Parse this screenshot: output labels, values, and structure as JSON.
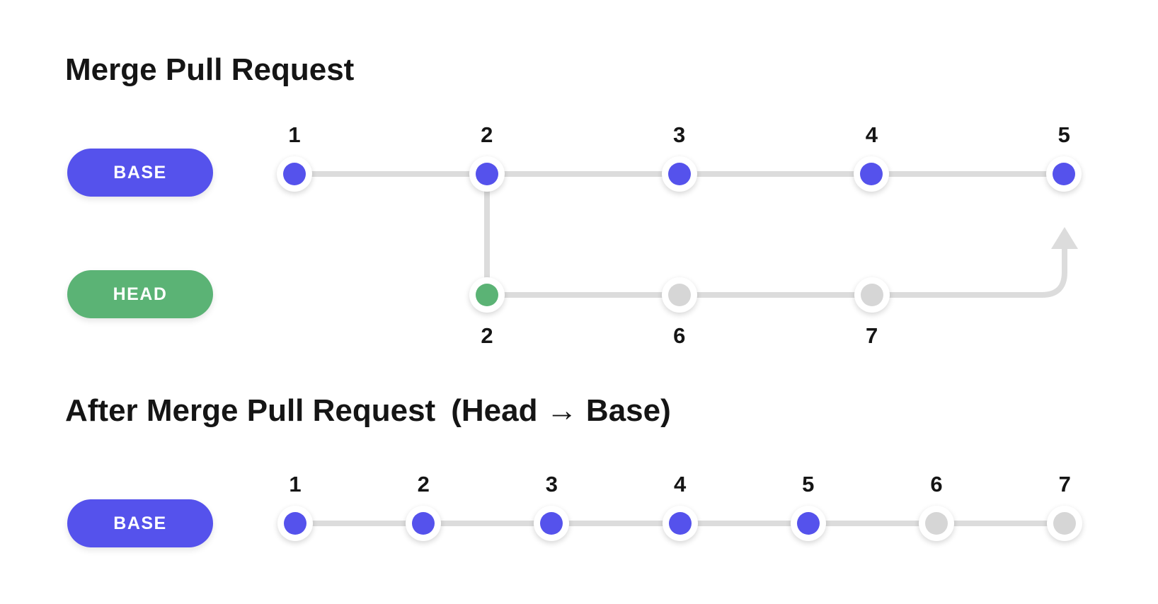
{
  "colors": {
    "base_accent": "#5552ec",
    "head_accent": "#5bb375",
    "inactive_commit": "#d6d6d6",
    "line": "#dcdcdc",
    "text": "#151515"
  },
  "before": {
    "title": "Merge Pull Request",
    "base_branch_label": "BASE",
    "head_branch_label": "HEAD",
    "base_commits": [
      {
        "label": "1",
        "state": "base"
      },
      {
        "label": "2",
        "state": "base"
      },
      {
        "label": "3",
        "state": "base"
      },
      {
        "label": "4",
        "state": "base"
      },
      {
        "label": "5",
        "state": "base"
      }
    ],
    "head_commits": [
      {
        "label": "2",
        "state": "head"
      },
      {
        "label": "6",
        "state": "inactive"
      },
      {
        "label": "7",
        "state": "inactive"
      }
    ]
  },
  "after": {
    "title": "After Merge Pull Request",
    "title_annotation": "(Head → Base)",
    "base_branch_label": "BASE",
    "commits": [
      {
        "label": "1",
        "state": "base"
      },
      {
        "label": "2",
        "state": "base"
      },
      {
        "label": "3",
        "state": "base"
      },
      {
        "label": "4",
        "state": "base"
      },
      {
        "label": "5",
        "state": "base"
      },
      {
        "label": "6",
        "state": "inactive"
      },
      {
        "label": "7",
        "state": "inactive"
      }
    ]
  }
}
